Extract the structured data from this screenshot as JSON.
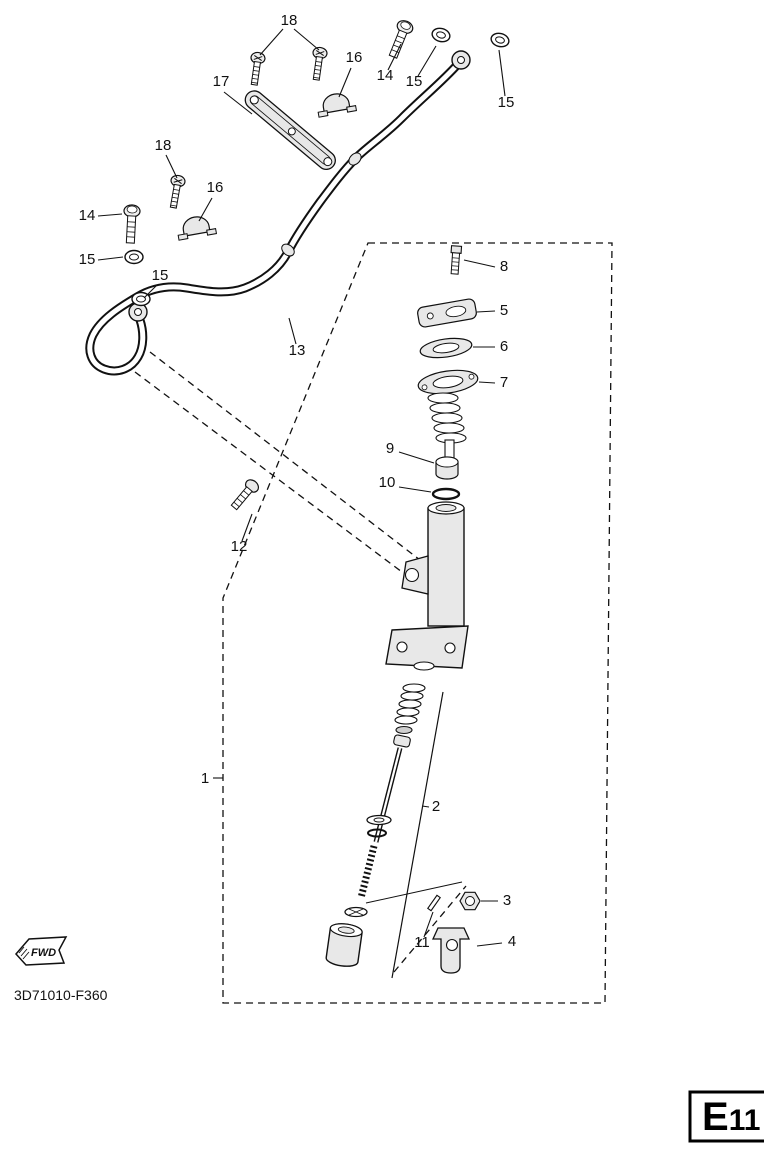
{
  "diagram": {
    "code": "3D71010-F360",
    "fwd_label": "FWD",
    "page_ref_letter": "E",
    "page_ref_number": "11",
    "callouts": [
      {
        "text": "18"
      },
      {
        "text": "16"
      },
      {
        "text": "14"
      },
      {
        "text": "15"
      },
      {
        "text": "15"
      },
      {
        "text": "17"
      },
      {
        "text": "18"
      },
      {
        "text": "16"
      },
      {
        "text": "14"
      },
      {
        "text": "15"
      },
      {
        "text": "15"
      },
      {
        "text": "13"
      },
      {
        "text": "8"
      },
      {
        "text": "5"
      },
      {
        "text": "6"
      },
      {
        "text": "7"
      },
      {
        "text": "9"
      },
      {
        "text": "10"
      },
      {
        "text": "12"
      },
      {
        "text": "1"
      },
      {
        "text": "2"
      },
      {
        "text": "3"
      },
      {
        "text": "11"
      },
      {
        "text": "4"
      }
    ]
  }
}
